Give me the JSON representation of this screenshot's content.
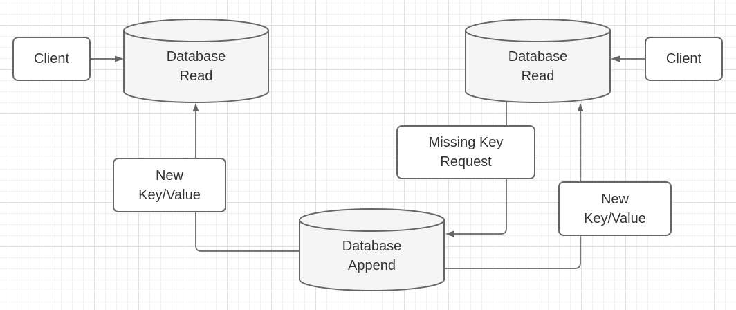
{
  "canvas": {
    "background": "#ffffff",
    "grid_minor_color": "#efefef",
    "grid_major_color": "#e1e1e1"
  },
  "colors": {
    "shape_stroke": "#666666",
    "cylinder_fill": "#f5f5f5",
    "box_fill": "#ffffff",
    "text": "#333333"
  },
  "nodes": {
    "client_left": {
      "label": "Client"
    },
    "client_right": {
      "label": "Client"
    },
    "db_read_left": {
      "line1": "Database",
      "line2": "Read"
    },
    "db_read_right": {
      "line1": "Database",
      "line2": "Read"
    },
    "db_append": {
      "line1": "Database",
      "line2": "Append"
    }
  },
  "edge_labels": {
    "new_key_value_left": {
      "line1": "New",
      "line2": "Key/Value"
    },
    "missing_key_request": {
      "line1": "Missing Key",
      "line2": "Request"
    },
    "new_key_value_right": {
      "line1": "New",
      "line2": "Key/Value"
    }
  }
}
